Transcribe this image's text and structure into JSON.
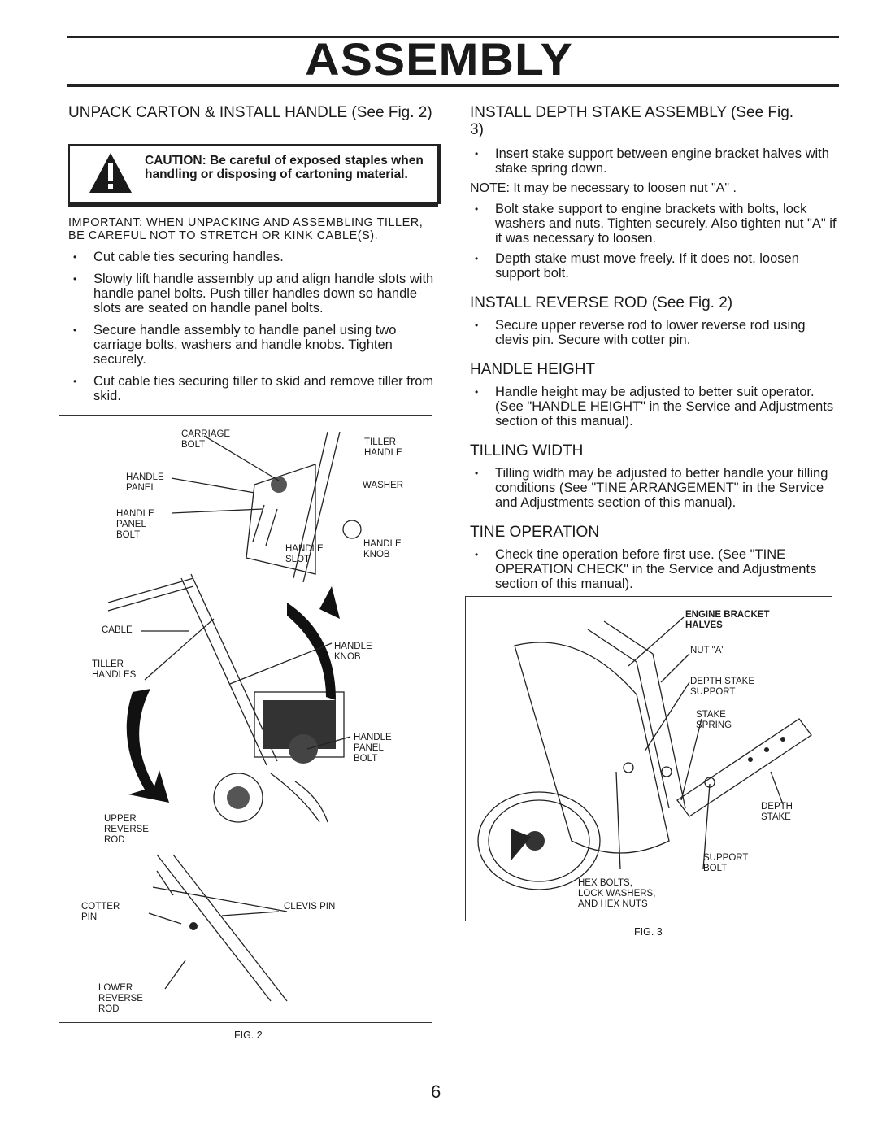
{
  "page": {
    "title": "ASSEMBLY",
    "page_number": "6"
  },
  "left": {
    "heading": "UNPACK CARTON & INSTALL HANDLE (See Fig. 2)",
    "caution": "CAUTION: Be careful of exposed staples when handling or disposing of cartoning material.",
    "important": "IMPORTANT: WHEN UNPACKING AND ASSEMBLING TILLER, BE CAREFUL NOT TO STRETCH OR KINK CABLE(S).",
    "bullets": [
      "Cut cable ties securing handles.",
      "Slowly lift handle assembly up and align handle slots with handle panel bolts. Push tiller handles down so handle slots are seated on handle panel bolts.",
      "Secure handle assembly to handle panel using two carriage bolts, washers and handle knobs. Tighten securely.",
      "Cut cable ties securing tiller to skid and remove tiller from skid."
    ],
    "fig2": {
      "caption": "FIG. 2",
      "labels": {
        "carriage_bolt": "CARRIAGE\nBOLT",
        "tiller_handle": "TILLER\nHANDLE",
        "handle_panel": "HANDLE\nPANEL",
        "washer": "WASHER",
        "handle_panel_bolt": "HANDLE\nPANEL\nBOLT",
        "handle_slot": "HANDLE\nSLOT",
        "handle_knob": "HANDLE\nKNOB",
        "cable": "CABLE",
        "handle_knob2": "HANDLE\nKNOB",
        "tiller_handles": "TILLER\nHANDLES",
        "handle_panel_bolt2": "HANDLE\nPANEL\nBOLT",
        "upper_reverse_rod": "UPPER\nREVERSE\nROD",
        "cotter_pin": "COTTER\nPIN",
        "clevis_pin": "CLEVIS PIN",
        "lower_reverse_rod": "LOWER\nREVERSE\nROD"
      }
    }
  },
  "right": {
    "depth_stake": {
      "heading": "INSTALL DEPTH STAKE ASSEMBLY (See Fig. 3)",
      "bullet1": "Insert stake support between engine bracket halves with stake spring down.",
      "note": "NOTE: It may be necessary to loosen nut \"A\" .",
      "bullet2": "Bolt stake support to engine brackets with bolts, lock washers and nuts. Tighten securely. Also tighten nut \"A\" if it was necessary to loosen.",
      "bullet3": "Depth stake must move freely. If it does not, loosen support bolt."
    },
    "reverse_rod": {
      "heading": "INSTALL REVERSE ROD (See Fig. 2)",
      "bullet": "Secure upper reverse rod to lower reverse rod using clevis pin. Secure with cotter pin."
    },
    "handle_height": {
      "heading": "HANDLE HEIGHT",
      "bullet": "Handle height may be adjusted to better suit operator. (See \"HANDLE HEIGHT\" in the Service and Adjustments section of this manual)."
    },
    "tilling_width": {
      "heading": "TILLING WIDTH",
      "bullet": "Tilling width may be adjusted to better handle your tilling conditions (See \"TINE ARRANGEMENT\" in the Service and Adjustments section of this manual)."
    },
    "tine_operation": {
      "heading": "TINE OPERATION",
      "bullet": "Check tine operation before first use. (See \"TINE OPERATION CHECK\" in the Service and Adjustments section of this manual)."
    },
    "fig3": {
      "caption": "FIG. 3",
      "labels": {
        "engine_bracket": "ENGINE BRACKET\nHALVES",
        "nut_a": "NUT \"A\"",
        "depth_stake_support": "DEPTH STAKE\nSUPPORT",
        "stake_spring": "STAKE\nSPRING",
        "depth_stake": "DEPTH\nSTAKE",
        "support_bolt": "SUPPORT\nBOLT",
        "hex_bolts": "HEX BOLTS,\nLOCK WASHERS,\nAND HEX NUTS"
      }
    }
  }
}
